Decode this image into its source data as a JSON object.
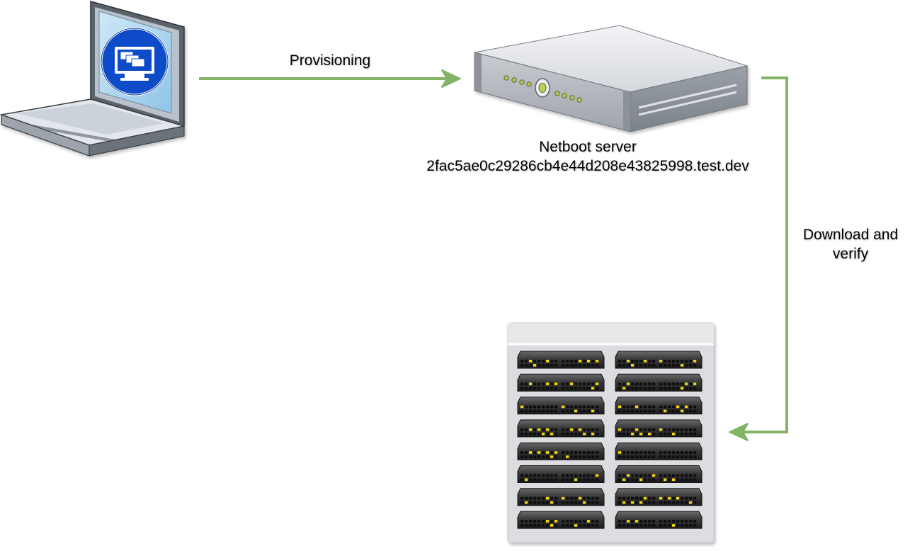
{
  "edges": {
    "provisioning_label": "Provisioning",
    "download_label": "Download and verify"
  },
  "nodes": {
    "server": {
      "title": "Netboot server",
      "hostname": "2fac5ae0c29286cb4e44d208e43825998.test.dev"
    }
  },
  "icons": {
    "client": "laptop-icon",
    "server": "rack-server-icon",
    "cluster": "server-cluster-icon"
  },
  "colors": {
    "edge": "#82b366",
    "background": "#ffffff",
    "led": "#f5d60b"
  }
}
